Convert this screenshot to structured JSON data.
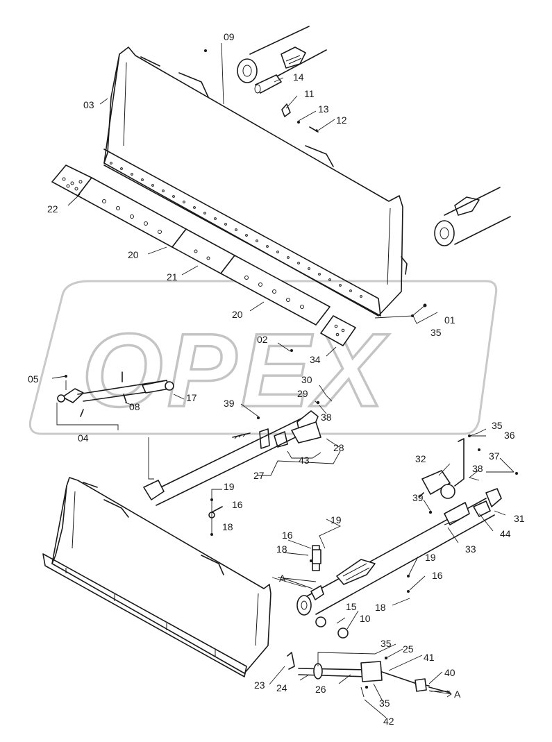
{
  "watermark": "OPEX",
  "callouts": {
    "c01": "01",
    "c02": "02",
    "c03": "03",
    "c04": "04",
    "c05": "05",
    "c08": "08",
    "c09": "09",
    "c10": "10",
    "c11": "11",
    "c12": "12",
    "c13": "13",
    "c14": "14",
    "c15": "15",
    "c16a": "16",
    "c16b": "16",
    "c16c": "16",
    "c17": "17",
    "c18a": "18",
    "c18b": "18",
    "c18c": "18",
    "c19a": "19",
    "c19b": "19",
    "c19c": "19",
    "c20a": "20",
    "c20b": "20",
    "c21": "21",
    "c22": "22",
    "c23": "23",
    "c24": "24",
    "c25": "25",
    "c26": "26",
    "c27": "27",
    "c28": "28",
    "c29": "29",
    "c30": "30",
    "c31": "31",
    "c32": "32",
    "c33": "33",
    "c34": "34",
    "c35a": "35",
    "c35b": "35",
    "c35c": "35",
    "c35d": "35",
    "c36": "36",
    "c37": "37",
    "c38a": "38",
    "c38b": "38",
    "c39a": "39",
    "c39b": "39",
    "c40": "40",
    "c41": "41",
    "c42": "42",
    "c43": "43",
    "c44": "44",
    "markA1": "A",
    "markA2": "A"
  }
}
